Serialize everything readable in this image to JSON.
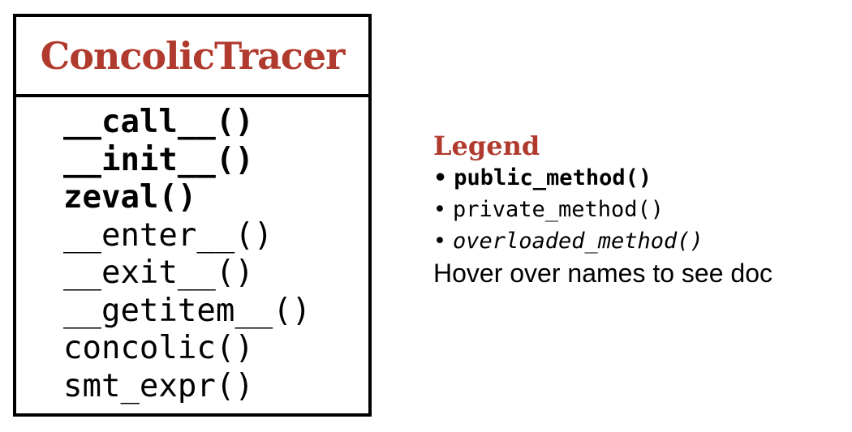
{
  "class_box": {
    "title": "ConcolicTracer",
    "public_methods": [
      "__call__()",
      "__init__()",
      "zeval()"
    ],
    "private_methods": [
      "__enter__()",
      "__exit__()",
      "__getitem__()",
      "concolic()",
      "smt_expr()"
    ]
  },
  "legend": {
    "title": "Legend",
    "bullet": "•",
    "items": [
      {
        "label": "public_method()",
        "kind": "public"
      },
      {
        "label": "private_method()",
        "kind": "private"
      },
      {
        "label": "overloaded_method()",
        "kind": "overloaded"
      }
    ],
    "note": "Hover over names to see doc"
  },
  "colors": {
    "title": "#b03a2e",
    "text": "#000000",
    "border": "#000000"
  }
}
